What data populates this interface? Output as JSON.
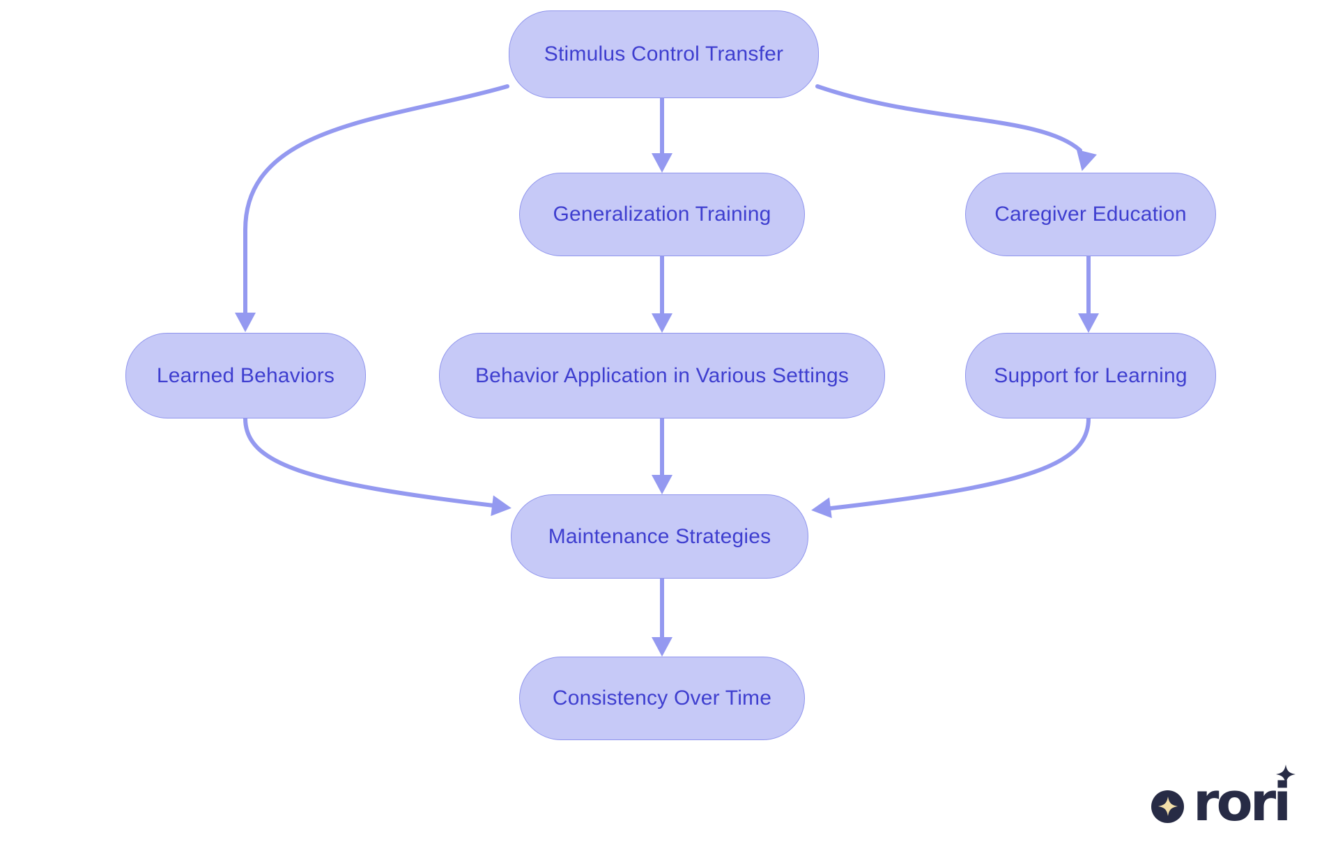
{
  "diagram": {
    "type": "flowchart",
    "nodes": [
      {
        "id": "stimulus",
        "label": "Stimulus Control Transfer"
      },
      {
        "id": "generalization",
        "label": "Generalization Training"
      },
      {
        "id": "caregiver",
        "label": "Caregiver Education"
      },
      {
        "id": "learned",
        "label": "Learned Behaviors"
      },
      {
        "id": "behavior_app",
        "label": "Behavior Application in Various Settings"
      },
      {
        "id": "support",
        "label": "Support for Learning"
      },
      {
        "id": "maintenance",
        "label": "Maintenance Strategies"
      },
      {
        "id": "consistency",
        "label": "Consistency Over Time"
      }
    ],
    "edges": [
      {
        "from": "stimulus",
        "to": "generalization"
      },
      {
        "from": "stimulus",
        "to": "learned"
      },
      {
        "from": "stimulus",
        "to": "caregiver"
      },
      {
        "from": "generalization",
        "to": "behavior_app"
      },
      {
        "from": "caregiver",
        "to": "support"
      },
      {
        "from": "learned",
        "to": "maintenance"
      },
      {
        "from": "behavior_app",
        "to": "maintenance"
      },
      {
        "from": "support",
        "to": "maintenance"
      },
      {
        "from": "maintenance",
        "to": "consistency"
      }
    ]
  },
  "colors": {
    "node_fill": "#c6c9f7",
    "node_border": "#8f94ed",
    "node_text": "#3e3ecf",
    "edge": "#9499f0",
    "logo_navy": "#272b45",
    "logo_cream": "#f3dfa9",
    "background": "#ffffff"
  },
  "logo": {
    "text": "rori"
  }
}
